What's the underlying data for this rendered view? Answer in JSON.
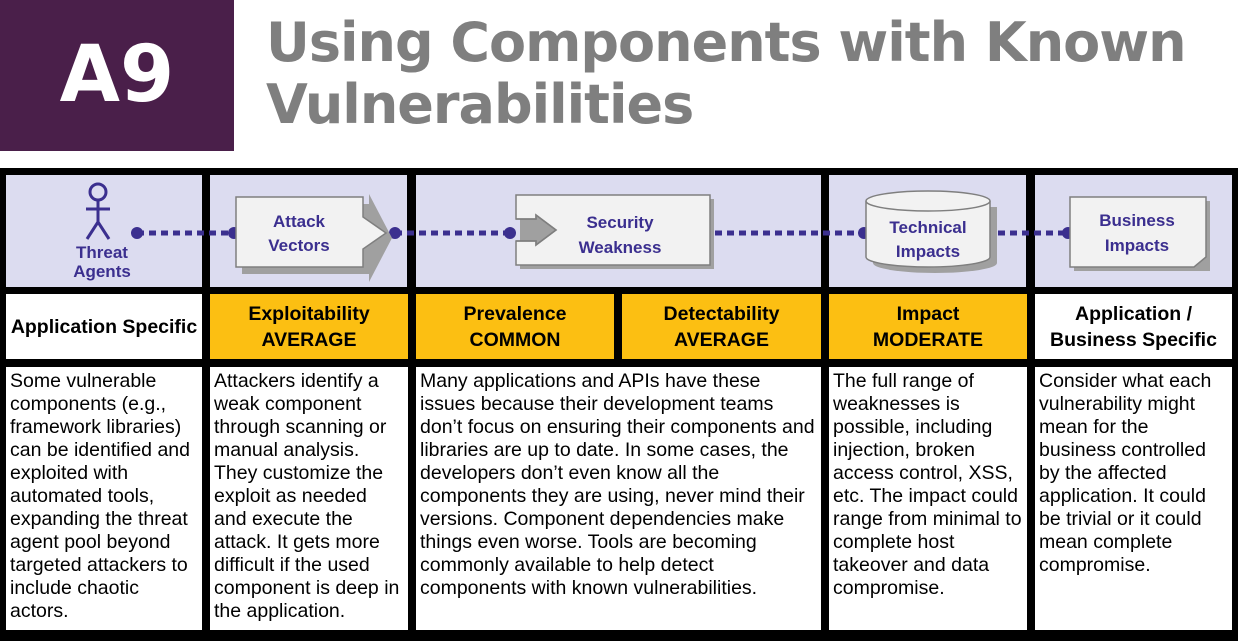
{
  "badge": {
    "code": "A9"
  },
  "title": "Using Components with Known Vulnerabilities",
  "diagram": {
    "threat_agents": [
      "Threat",
      "Agents"
    ],
    "attack_vectors": [
      "Attack",
      "Vectors"
    ],
    "security_weakness": [
      "Security",
      "Weakness"
    ],
    "technical_impacts": [
      "Technical",
      "Impacts"
    ],
    "business_impacts": [
      "Business",
      "Impacts"
    ]
  },
  "colors": {
    "badge": "#4a1f4a",
    "title": "#7f7f7f",
    "header_gold": "#fcbf12",
    "diagram_bg": "#dcdcf0",
    "connector": "#3b2f8f"
  },
  "headers": {
    "threat_agents": "Application Specific",
    "exploitability": [
      "Exploitability",
      "AVERAGE"
    ],
    "prevalence": [
      "Prevalence",
      "COMMON"
    ],
    "detectability": [
      "Detectability",
      "AVERAGE"
    ],
    "impact": [
      "Impact",
      "MODERATE"
    ],
    "business": [
      "Application /",
      "Business Specific"
    ]
  },
  "descriptions": {
    "threat_agents": "Some vulnerable components (e.g., framework libraries) can be identified and exploited with automated tools, expanding the threat agent pool beyond targeted attackers to include chaotic actors.",
    "attack_vectors": "Attackers identify a weak component through scanning or manual analysis. They customize the exploit as needed and execute the attack. It gets more difficult if the used component is deep in the application.",
    "security_weakness": "Many applications and APIs have these issues because their development teams don’t focus on ensuring their components and libraries are up to date. In some cases, the developers don’t even know all the components they are using, never mind their versions. Component dependencies make things even worse. Tools are becoming commonly available to help detect components with known vulnerabilities.",
    "technical_impacts": "The full range of weaknesses is possible, including injection, broken access control, XSS, etc. The impact could range from minimal to complete host takeover and data compromise.",
    "business_impacts": "Consider what each vulnerability might mean for the business controlled by the affected application. It could be trivial or it could mean complete compromise."
  }
}
